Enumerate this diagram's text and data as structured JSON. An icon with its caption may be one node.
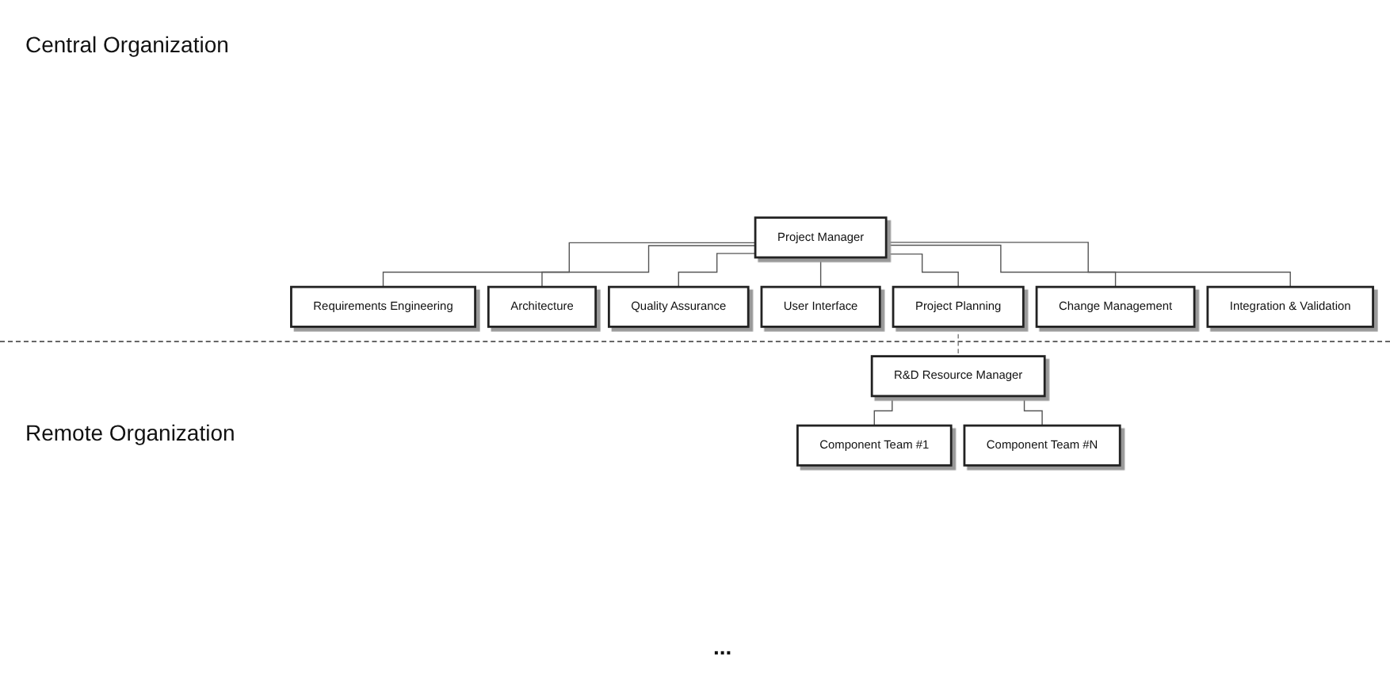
{
  "diagram": {
    "nodes": [
      {
        "text": [
          "Project Manager"
        ]
      },
      {
        "text": [
          "Requirements Engineering"
        ]
      },
      {
        "text": [
          "Architecture"
        ]
      },
      {
        "text": [
          "Quality Assurance"
        ]
      },
      {
        "text": [
          "User Interface"
        ]
      },
      {
        "text": [
          "Project Planning"
        ]
      },
      {
        "text": [
          "Change Management"
        ]
      },
      {
        "text": [
          "Integration & Validation"
        ]
      },
      {
        "text": [
          "R&D Resource Manager"
        ]
      },
      {
        "text": [
          "Component Team #1"
        ]
      },
      {
        "text": [
          "Component Team #N"
        ]
      }
    ],
    "edges": [
      {
        "from": 0,
        "to": 1,
        "arrow": "none"
      },
      {
        "from": 0,
        "to": 2,
        "arrow": "none"
      },
      {
        "from": 0,
        "to": 3,
        "arrow": "none"
      },
      {
        "from": 0,
        "to": 4,
        "arrow": "none"
      },
      {
        "from": 0,
        "to": 5,
        "arrow": "none"
      },
      {
        "from": 0,
        "to": 6,
        "arrow": "none"
      },
      {
        "from": 0,
        "to": 7,
        "arrow": "none"
      },
      {
        "from": 5,
        "to": 8,
        "arrow": "none",
        "style": "dashed",
        "color": "#777777"
      },
      {
        "from": 8,
        "to": 9,
        "arrow": "none"
      },
      {
        "from": 8,
        "to": 10,
        "arrow": "none"
      }
    ],
    "labels": [
      "Central Organization",
      "Remote Organization",
      "..."
    ]
  }
}
